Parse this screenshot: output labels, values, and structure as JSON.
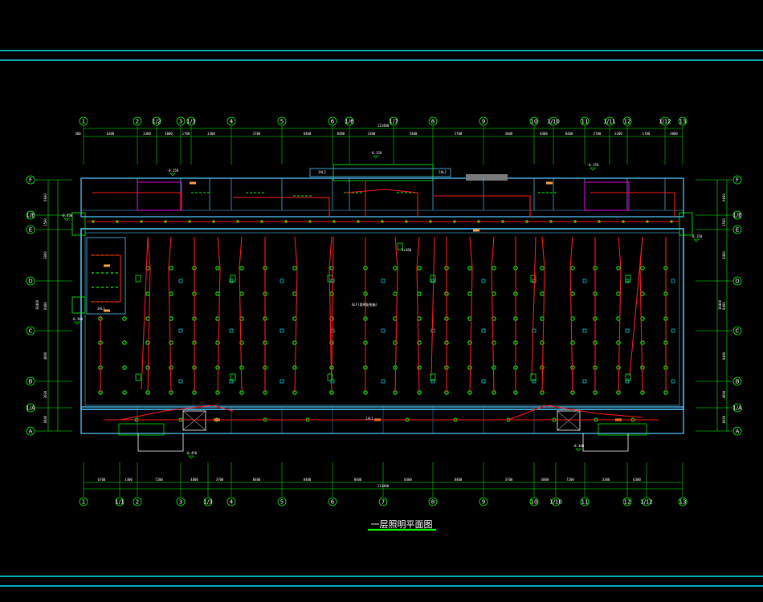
{
  "drawing": {
    "title": "一层照明平面图",
    "colors": {
      "background": "#000000",
      "frame": "#00e5ee",
      "wall": "#4fc3f7",
      "grid": "#00ff00",
      "wiring": "#ff1a1a",
      "fixture": "#00ff00",
      "outlet": "#00e5ee",
      "text": "#ffffff",
      "accent": "#ffa040",
      "magenta": "#ff00ff"
    },
    "top_axes": [
      "1",
      "2",
      "1/2",
      "3",
      "1/3",
      "4",
      "5",
      "6",
      "1/6",
      "1/7",
      "8",
      "9",
      "10",
      "1/10",
      "11",
      "1/11",
      "12",
      "1/12",
      "13"
    ],
    "bottom_axes": [
      "1",
      "1/1",
      "2",
      "3",
      "1/3",
      "4",
      "5",
      "6",
      "7",
      "8",
      "9",
      "10",
      "1/10",
      "11",
      "12",
      "1/12",
      "13"
    ],
    "left_axes": [
      "F",
      "1/E",
      "E",
      "D",
      "C",
      "B",
      "1/A",
      "A"
    ],
    "right_axes": [
      "F",
      "1/E",
      "E",
      "D",
      "C",
      "B",
      "1/A",
      "A"
    ],
    "top_dims": [
      "300",
      "6300",
      "3300",
      "4000",
      "1700",
      "3300",
      "3700",
      "8400",
      "8400",
      "3300",
      "5400",
      "5700",
      "3600",
      "8400",
      "8400",
      "3700",
      "3300",
      "1700",
      "4000",
      "3300",
      "6300",
      "300"
    ],
    "top_total": "113400",
    "bottom_dims": [
      "6700",
      "3300",
      "7200",
      "4800",
      "3700",
      "8400",
      "8400",
      "8400",
      "8400",
      "8400",
      "3700",
      "4800",
      "7200",
      "3300",
      "6300"
    ],
    "bottom_total": "113400",
    "left_dims": [
      "6600",
      "1500",
      "3000",
      "8400",
      "4800",
      "3600",
      "8400",
      "4500",
      "6600"
    ],
    "left_total": "38400",
    "right_dims": [
      "6600",
      "1500",
      "8400",
      "8400",
      "8400",
      "4800",
      "6600"
    ],
    "right_total": "38400",
    "elevations": [
      "-0.150",
      "-0.150",
      "-0.150",
      "-0.450",
      "-0.150",
      "-0.450",
      "-0.300",
      "-0.300"
    ],
    "room_tags": [
      "3AL2",
      "2AL2",
      "3AL1",
      "2AL1"
    ],
    "panel_note": "ALF(照明配电箱)",
    "fixture_tag": "3x36W"
  }
}
